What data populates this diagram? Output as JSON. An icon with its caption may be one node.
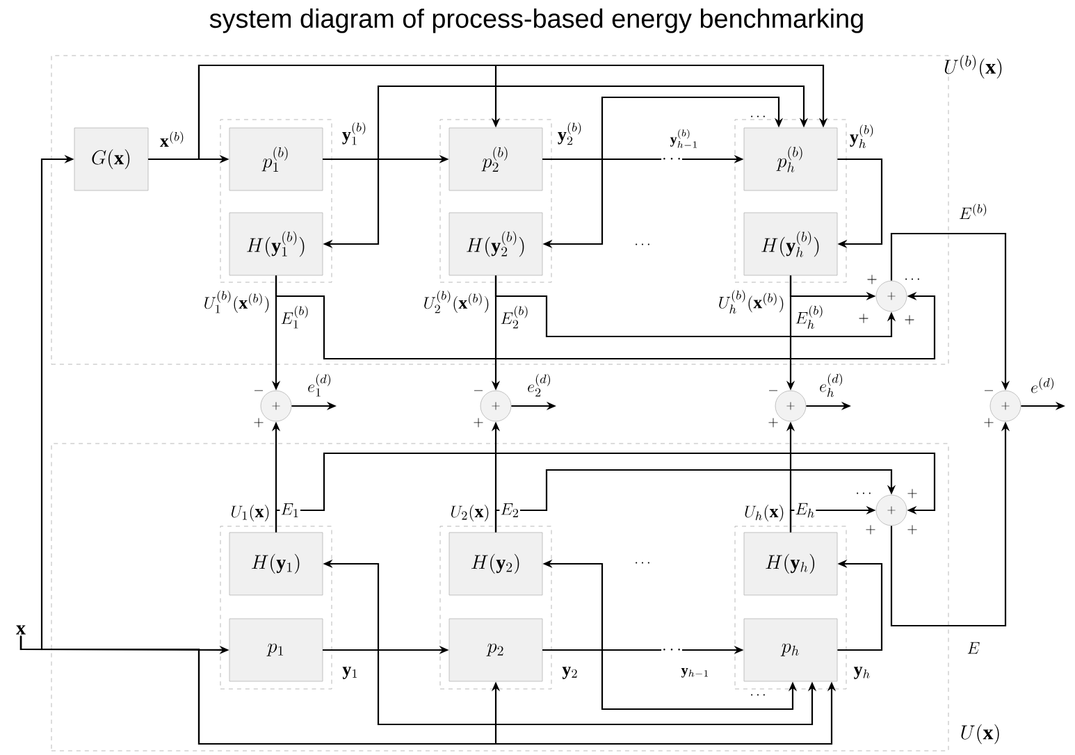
{
  "diagram": {
    "title": "system diagram of process-based energy benchmarking",
    "nodes": [
      {
        "text": [
          "U^{(b)}(\\mathbf{x})"
        ]
      },
      {
        "text": [
          "G(\\mathbf{x})"
        ],
        "in": 0
      },
      {
        "text": [],
        "shape": "box",
        "in": 0
      },
      {
        "text": [
          "p_1^{(b)}"
        ],
        "in": 2
      },
      {
        "text": [
          "H(\\mathbf{y}_1^{(b)})"
        ],
        "in": 2
      },
      {
        "text": [],
        "shape": "box",
        "in": 0
      },
      {
        "text": [
          "p_2^{(b)}"
        ],
        "in": 5
      },
      {
        "text": [
          "H(\\mathbf{y}_2^{(b)})"
        ],
        "in": 5
      },
      {
        "text": [],
        "shape": "box",
        "in": 0
      },
      {
        "text": [
          "p_h^{(b)}"
        ],
        "in": 8
      },
      {
        "text": [
          "H(\\mathbf{y}_h^{(b)})"
        ],
        "in": 8
      },
      {
        "text": [
          "+"
        ],
        "in": 0
      },
      {
        "text": [
          "+"
        ]
      },
      {
        "text": [
          "+"
        ]
      },
      {
        "text": [
          "+"
        ]
      },
      {
        "text": [
          "+"
        ]
      },
      {
        "text": [
          "U(\\mathbf{x})"
        ]
      },
      {
        "text": [],
        "shape": "box",
        "in": 16
      },
      {
        "text": [
          "H(\\mathbf{y}_1)"
        ],
        "in": 17
      },
      {
        "text": [
          "p_1"
        ],
        "in": 17
      },
      {
        "text": [],
        "shape": "box",
        "in": 16
      },
      {
        "text": [
          "H(\\mathbf{y}_2)"
        ],
        "in": 20
      },
      {
        "text": [
          "p_2"
        ],
        "in": 20
      },
      {
        "text": [],
        "shape": "box",
        "in": 16
      },
      {
        "text": [
          "H(\\mathbf{y}_h)"
        ],
        "in": 23
      },
      {
        "text": [
          "p_h"
        ],
        "in": 23
      },
      {
        "text": [
          "+"
        ],
        "in": 16
      },
      {
        "text": [
          "\\mathbf{x}"
        ]
      }
    ],
    "edges": [
      {
        "from": 27,
        "to": 19,
        "arrow": "to"
      },
      {
        "from": 27,
        "to": 1,
        "arrow": "to"
      },
      {
        "from": 1,
        "to": 3,
        "arrow": "to",
        "label": "\\mathbf{x}^{(b)}"
      },
      {
        "from": 1,
        "to": 6,
        "arrow": "to"
      },
      {
        "from": 1,
        "to": 9,
        "arrow": "to"
      },
      {
        "from": 3,
        "to": 6,
        "arrow": "to",
        "label": "\\mathbf{y}_1^{(b)}"
      },
      {
        "from": 3,
        "to": 4,
        "arrow": "to"
      },
      {
        "from": 3,
        "to": 9,
        "arrow": "to"
      },
      {
        "from": 6,
        "to": 9,
        "arrow": "to",
        "label": "\\cdots"
      },
      {
        "from": 6,
        "to": 7,
        "arrow": "to",
        "label": "\\mathbf{y}_2^{(b)}"
      },
      {
        "from": 6,
        "to": 9,
        "arrow": "to"
      },
      {
        "from": 9,
        "to": 10,
        "arrow": "to",
        "label": "\\mathbf{y}_h^{(b)}"
      },
      {
        "from": 4,
        "to": 12,
        "arrow": "to",
        "label": "U_1^{(b)}(\\mathbf{x}^{(b)})"
      },
      {
        "from": 7,
        "to": 13,
        "arrow": "to",
        "label": "U_2^{(b)}(\\mathbf{x}^{(b)})"
      },
      {
        "from": 10,
        "to": 14,
        "arrow": "to",
        "label": "U_h^{(b)}(\\mathbf{x}^{(b)})"
      },
      {
        "from": 4,
        "to": 11,
        "arrow": "to",
        "label": "E_1^{(b)}"
      },
      {
        "from": 7,
        "to": 11,
        "arrow": "to",
        "label": "E_2^{(b)}"
      },
      {
        "from": 10,
        "to": 11,
        "arrow": "to",
        "label": "E_h^{(b)}"
      },
      {
        "from": 11,
        "to": 15,
        "arrow": "to",
        "label": "E^{(b)}"
      },
      {
        "from": 12,
        "to": null,
        "arrow": "to",
        "label": "e_1^{(d)}"
      },
      {
        "from": 13,
        "to": null,
        "arrow": "to",
        "label": "e_2^{(d)}"
      },
      {
        "from": 14,
        "to": null,
        "arrow": "to",
        "label": "e_h^{(d)}"
      },
      {
        "from": 15,
        "to": null,
        "arrow": "to",
        "label": "e^{(d)}"
      },
      {
        "from": 27,
        "to": 22,
        "arrow": "to"
      },
      {
        "from": 27,
        "to": 25,
        "arrow": "to"
      },
      {
        "from": 19,
        "to": 22,
        "arrow": "to",
        "label": "\\mathbf{y}_1"
      },
      {
        "from": 19,
        "to": 18,
        "arrow": "to"
      },
      {
        "from": 19,
        "to": 25,
        "arrow": "to"
      },
      {
        "from": 22,
        "to": 25,
        "arrow": "to",
        "label": "\\cdots"
      },
      {
        "from": 22,
        "to": 21,
        "arrow": "to",
        "label": "\\mathbf{y}_2"
      },
      {
        "from": 22,
        "to": 25,
        "arrow": "to"
      },
      {
        "from": 25,
        "to": 24,
        "arrow": "to",
        "label": "\\mathbf{y}_h"
      },
      {
        "from": 18,
        "to": 12,
        "arrow": "to",
        "label": "U_1(\\mathbf{x})"
      },
      {
        "from": 21,
        "to": 13,
        "arrow": "to",
        "label": "U_2(\\mathbf{x})"
      },
      {
        "from": 24,
        "to": 14,
        "arrow": "to",
        "label": "U_h(\\mathbf{x})"
      },
      {
        "from": 18,
        "to": 26,
        "arrow": "to",
        "label": "E_1"
      },
      {
        "from": 21,
        "to": 26,
        "arrow": "to",
        "label": "E_2"
      },
      {
        "from": 24,
        "to": 26,
        "arrow": "to",
        "label": "E_h"
      },
      {
        "from": 26,
        "to": 15,
        "arrow": "to",
        "label": "E"
      }
    ],
    "labels": [
      "\\cdots",
      "\\mathbf{y}_{h-1}^{(b)}",
      "\\cdots",
      "+",
      "+",
      "\\cdots",
      "+",
      "-",
      "-",
      "-",
      "-",
      "+",
      "+",
      "+",
      "+",
      "\\cdots",
      "+",
      "\\cdots",
      "+",
      "+",
      "\\mathbf{y}_{h-1}",
      "\\cdots"
    ]
  }
}
